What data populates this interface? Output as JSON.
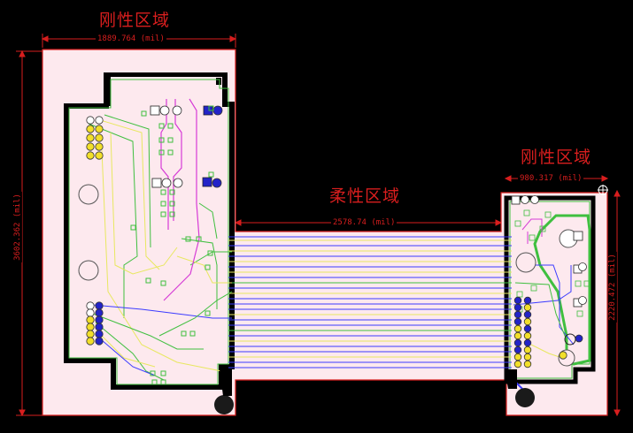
{
  "regions": {
    "rigid_left_title": "刚性区域",
    "flex_title": "柔性区域",
    "rigid_right_title": "刚性区域"
  },
  "dimensions": {
    "left_width": "1889.764 (mil)",
    "flex_length": "2578.74 (mil)",
    "right_width": "980.317 (mil)",
    "left_height": "3602.362 (mil)",
    "right_height": "2220.472 (mil)"
  },
  "colors": {
    "background": "#000000",
    "board": "#fde9ee",
    "outline": "#d81e1e",
    "trace_blue": "#3b3bff",
    "trace_yellow": "#e8e860",
    "trace_green": "#3fbf3f",
    "trace_magenta": "#d63bd6",
    "pad_yellow": "#f2df2a",
    "pad_blue": "#2323c8"
  }
}
